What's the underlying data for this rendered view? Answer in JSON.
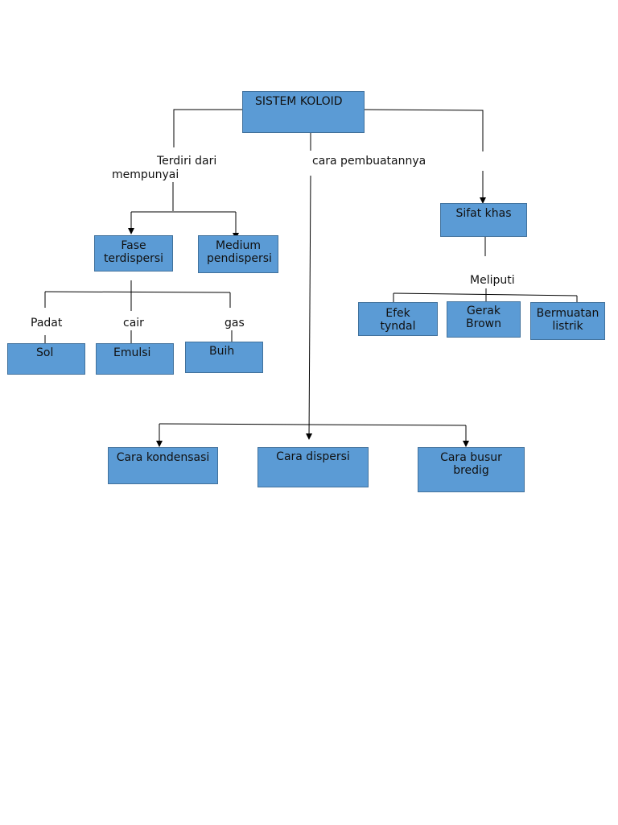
{
  "root": {
    "label": "SISTEM KOLOID"
  },
  "branches": {
    "left_label_1": "Terdiri dari",
    "left_label_2": "mempunyai",
    "middle_label": "cara pembuatannya",
    "right_box": "Sifat khas",
    "right_label": "Meliputi"
  },
  "composition": {
    "fase": "Fase terdispersi",
    "medium": "Medium pendispersi",
    "states": [
      "Padat",
      "cair",
      "gas"
    ],
    "types": [
      "Sol",
      "Emulsi",
      "Buih"
    ]
  },
  "properties": [
    "Efek tyndal",
    "Gerak Brown",
    "Bermuatan listrik"
  ],
  "methods": [
    "Cara kondensasi",
    "Cara dispersi",
    "Cara busur bredig"
  ]
}
